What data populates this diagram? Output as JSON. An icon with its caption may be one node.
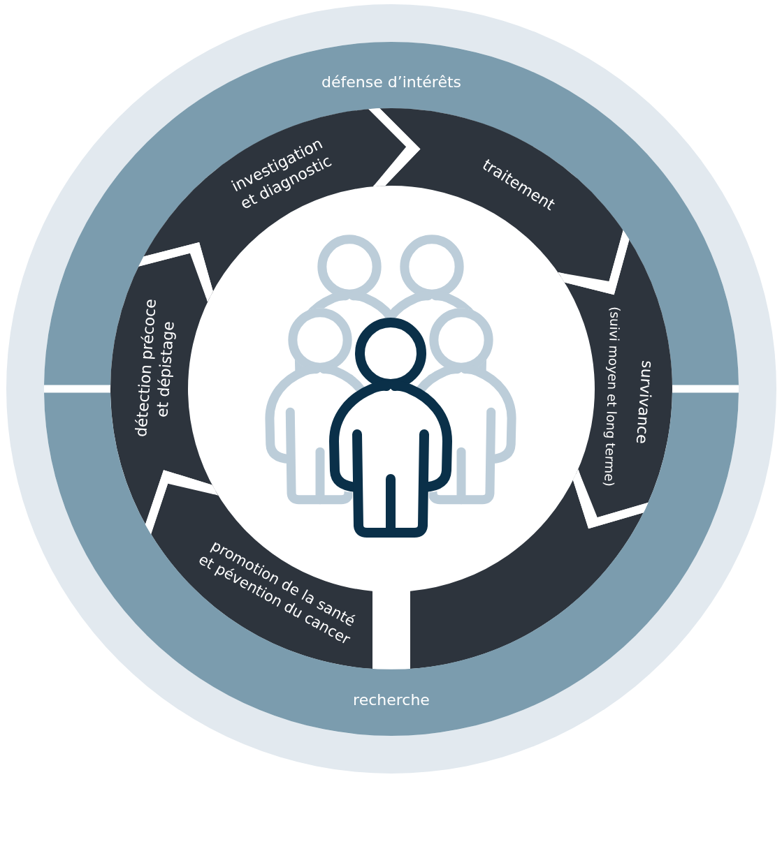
{
  "diagram": {
    "nodes": [
      {
        "text": [
          "défense d’intérêts"
        ]
      },
      {
        "text": [
          "investigation et diagnostic"
        ]
      },
      {
        "text": [
          "traitement"
        ]
      },
      {
        "text": [
          "détection précoce et dépistage"
        ]
      },
      {
        "text": [
          "survivance",
          "(suivi moyen et long terme)"
        ]
      },
      {
        "text": [
          "promotion de la santé et pévention du cancer"
        ]
      },
      {
        "text": [],
        "shape": "arc"
      },
      {
        "text": [
          "recherche"
        ]
      }
    ],
    "edges": [
      {
        "from": 5,
        "to": 3,
        "arrow": "to"
      },
      {
        "from": 3,
        "to": 1,
        "arrow": "to"
      },
      {
        "from": 1,
        "to": 2,
        "arrow": "to"
      },
      {
        "from": 2,
        "to": 4,
        "arrow": "to"
      },
      {
        "from": 4,
        "to": 6,
        "arrow": "to"
      }
    ]
  }
}
